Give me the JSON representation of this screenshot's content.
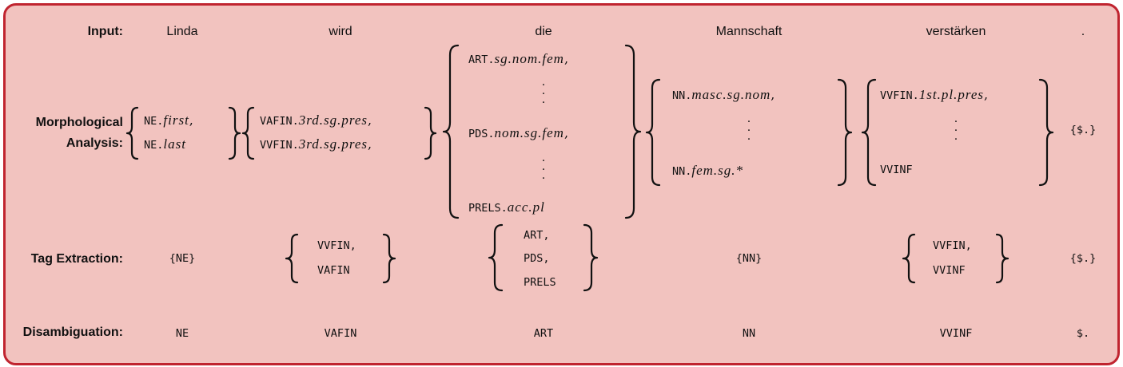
{
  "labels": {
    "input": "Input:",
    "morph_1": "Morphological",
    "morph_2": "Analysis:",
    "tag": "Tag Extraction:",
    "disamb": "Disambiguation:"
  },
  "input_words": [
    "Linda",
    "wird",
    "die",
    "Mannschaft",
    "verstärken",
    "."
  ],
  "morphological": {
    "linda": [
      {
        "tag": "NE.",
        "feat": "first",
        "sep": ","
      },
      {
        "tag": "NE.",
        "feat": "last",
        "sep": ""
      }
    ],
    "wird": [
      {
        "tag": "VAFIN.",
        "feat": "3rd.sg.pres",
        "sep": ","
      },
      {
        "tag": "VVFIN.",
        "feat": "3rd.sg.pres",
        "sep": ","
      }
    ],
    "die": [
      {
        "tag": "ART.",
        "feat": "sg.nom.fem",
        "sep": ","
      },
      {
        "tag": "PDS.",
        "feat": "nom.sg.fem",
        "sep": ","
      },
      {
        "tag": "PRELS.",
        "feat": "acc.pl",
        "sep": ""
      }
    ],
    "mannschaft": [
      {
        "tag": "NN.",
        "feat": "masc.sg.nom",
        "sep": ","
      },
      {
        "tag": "NN.",
        "feat": "fem.sg.*",
        "sep": ""
      }
    ],
    "verstaerken": [
      {
        "tag": "VVFIN.",
        "feat": "1st.pl.pres",
        "sep": ","
      },
      {
        "tag": "VVINF",
        "feat": "",
        "sep": ""
      }
    ],
    "punct": "{$.}"
  },
  "tag_extraction": {
    "linda": "{NE}",
    "wird": [
      "VVFIN,",
      "VAFIN"
    ],
    "die": [
      "ART,",
      "PDS,",
      "PRELS"
    ],
    "mannschaft": "{NN}",
    "verstaerken": [
      "VVFIN,",
      "VVINF"
    ],
    "punct": "{$.}"
  },
  "disambiguation": [
    "NE",
    "VAFIN",
    "ART",
    "NN",
    "VVINF",
    "$."
  ]
}
